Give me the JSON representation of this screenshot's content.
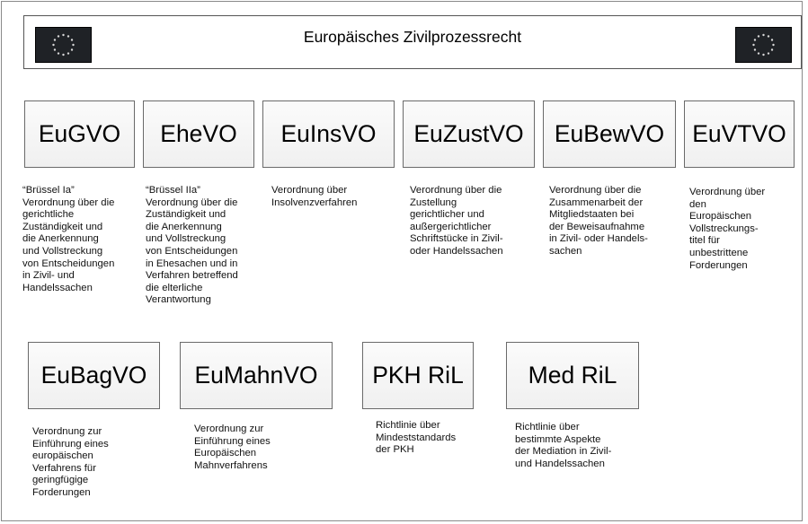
{
  "header": {
    "title": "Europäisches Zivilprozessrecht"
  },
  "regulations": [
    {
      "abbr": "EuGVO",
      "desc": "“Brüssel Ia”\nVerordnung über die\ngerichtliche\nZuständigkeit und\ndie Anerkennung\nund Vollstreckung\nvon Entscheidungen\nin Zivil- und\nHandelssachen"
    },
    {
      "abbr": "EheVO",
      "desc": "“Brüssel IIa”\nVerordnung  über die\nZuständigkeit und\ndie Anerkennung\nund Vollstreckung\nvon Entscheidungen\nin Ehesachen und in\nVerfahren betreffend\ndie elterliche\nVerantwortung"
    },
    {
      "abbr": "EuInsVO",
      "desc": "Verordnung über\nInsolvenzverfahren"
    },
    {
      "abbr": "EuZustVO",
      "desc": "Verordnung über die\nZustellung\ngerichtlicher und\naußergerichtlicher\nSchriftstücke in Zivil-\noder Handelssachen"
    },
    {
      "abbr": "EuBewVO",
      "desc": "Verordnung über die\nZusammenarbeit der\nMitgliedstaaten bei\nder Beweisaufnahme\nin Zivil- oder Handels-\nsachen"
    },
    {
      "abbr": "EuVTVO",
      "desc": " Verordnung über\nden\nEuropäischen\nVollstreckungs-\ntitel für\nunbestrittene\nForderungen"
    },
    {
      "abbr": "EuBagVO",
      "desc": "Verordnung zur\nEinführung eines\neuropäischen\nVerfahrens für\ngeringfügige\nForderungen"
    },
    {
      "abbr": "EuMahnVO",
      "desc": "Verordnung zur\nEinführung eines\nEuropäischen\nMahnverfahrens"
    },
    {
      "abbr": "PKH RiL",
      "desc": "Richtlinie über\nMindeststandards\nder PKH"
    },
    {
      "abbr": "Med RiL",
      "desc": "Richtlinie über\nbestimmte Aspekte\nder Mediation in Zivil-\nund Handelssachen"
    }
  ]
}
